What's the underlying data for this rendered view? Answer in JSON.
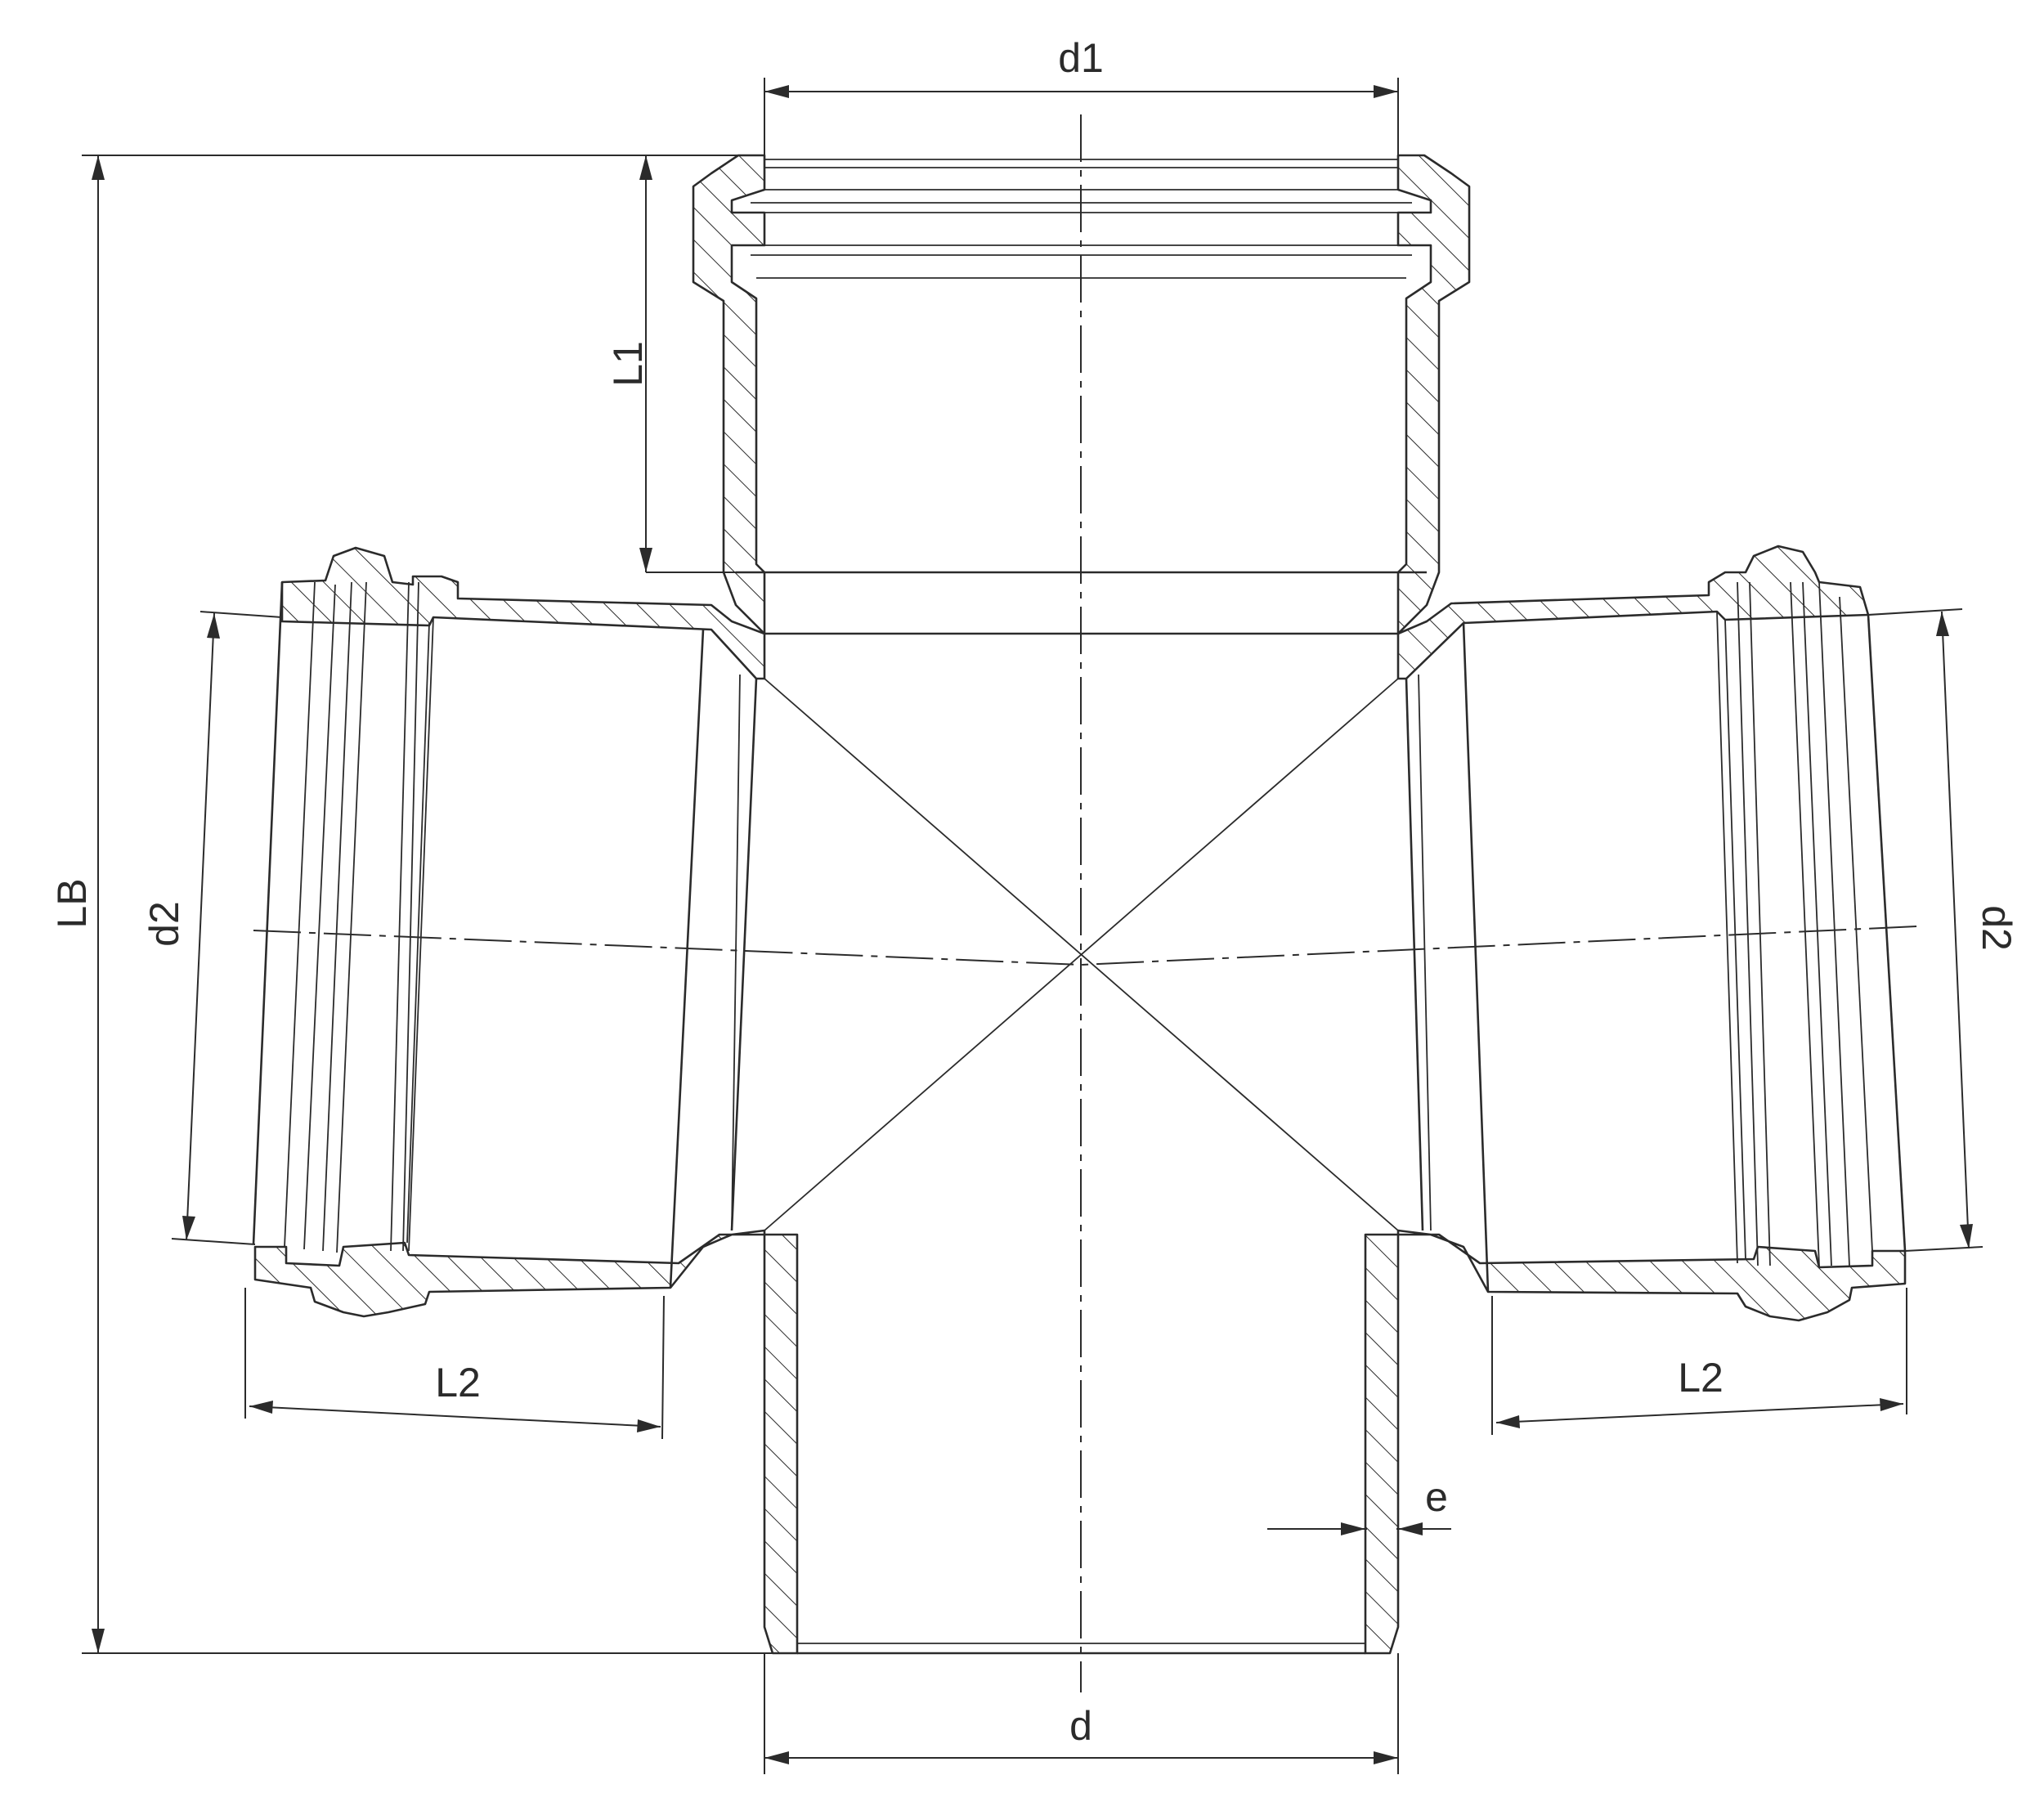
{
  "drawing": {
    "labels": {
      "d1": "d1",
      "l1": "L1",
      "lb": "LB",
      "d2_left": "d2",
      "d2_right": "d2",
      "l2_left": "L2",
      "l2_right": "L2",
      "e": "e",
      "d": "d"
    },
    "colors": {
      "line": "#2b2b2b",
      "background": "#ffffff"
    }
  }
}
